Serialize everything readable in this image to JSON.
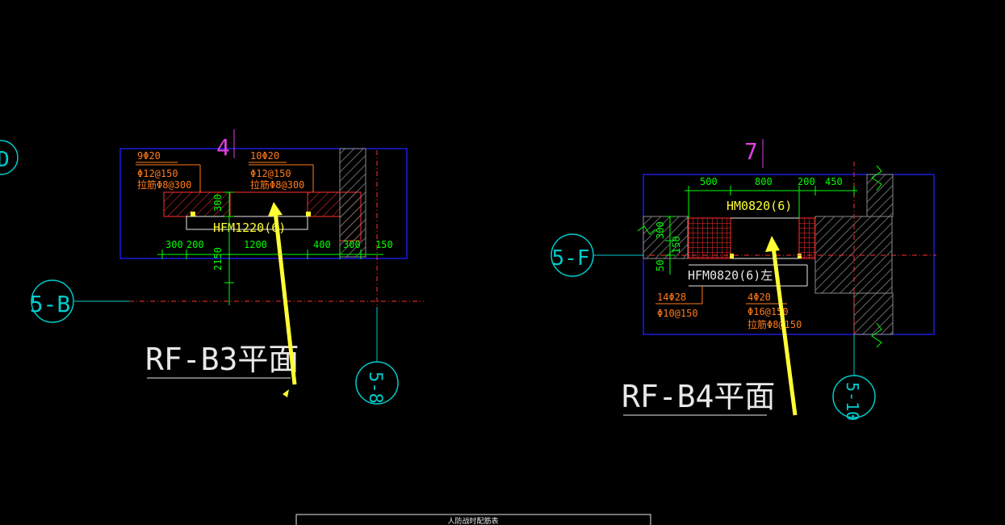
{
  "colors": {
    "background": "#000000",
    "outline": "#1f1fff",
    "dim": "#00ff00",
    "cyan": "#00cccc",
    "red": "#ff3030",
    "orange": "#ff7a1a",
    "yellow": "#ffff33",
    "magenta": "#e040e0",
    "white": "#e8e8e8",
    "hatch": "#8a8a8a"
  },
  "grid_bubbles": {
    "d": "D",
    "b5b": "5-B",
    "b58": "5-8",
    "b5f": "5-F",
    "b510": "5-10"
  },
  "left_plan": {
    "title": "RF-B3平面",
    "axis_number": "4",
    "door_label": "HFM1220(6)",
    "rebar_left": {
      "main": "9Φ20",
      "stirrup": "Φ12@150",
      "tie": "拉筋Φ8@300"
    },
    "rebar_right": {
      "main": "10Φ20",
      "stirrup": "Φ12@150",
      "tie": "拉筋Φ8@300"
    },
    "dims": {
      "v300": "300",
      "v2150": "2150",
      "d300a": "300",
      "d200": "200",
      "d1200": "1200",
      "d400": "400",
      "d300b": "300",
      "d150": "150"
    }
  },
  "right_plan": {
    "title": "RF-B4平面",
    "axis_number": "7",
    "door_label_top": "HM0820(6)",
    "door_label_bottom": "HFM0820(6)左",
    "dims": {
      "t500": "500",
      "t800": "800",
      "t200": "200",
      "t450": "450",
      "v300": "300",
      "v150": "150",
      "v50": "50"
    },
    "rebar_left": {
      "main": "14Φ28",
      "stirrup": "Φ10@150"
    },
    "rebar_right": {
      "main": "4Φ20",
      "stirrup": "Φ16@150",
      "tie": "拉筋Φ8@150"
    }
  },
  "bottom_table_title": "人防战时配筋表"
}
